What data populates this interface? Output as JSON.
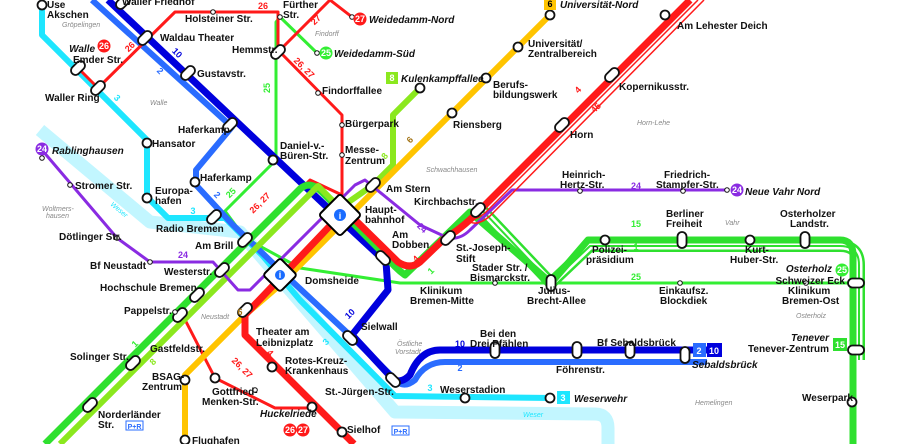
{
  "colors": {
    "line1": "#2fe02f",
    "line8": "#8be81e",
    "line25": "#33ee33",
    "line15": "#2fe02f",
    "line4": "#ff1a1a",
    "line26_27": "#ff1a1a",
    "line6": "#ffc400",
    "line2": "#2a6cff",
    "line10": "#0000dd",
    "line3": "#1ee6ff",
    "line24": "#8a2be2",
    "weser": "#c2f6ff"
  },
  "districts": [
    "Gröpelingen",
    "Findorff",
    "Walle",
    "Woltmers-",
    "hausen",
    "Schwachhausen",
    "Horn-Lehe",
    "Vahr",
    "Neustadt",
    "Östliche",
    "Vorstadt",
    "Osterholz",
    "Hemelingen",
    "Weser",
    "Weser"
  ],
  "stations": {
    "use": "Use",
    "akschen": "Akschen",
    "waller_friedhof": "Waller Friedhof",
    "holsteiner": "Holsteiner Str.",
    "further1": "Fürther",
    "further2": "Str.",
    "emder": "Emder Str.",
    "waldau": "Waldau Theater",
    "hemmstr": "Hemmstr.",
    "gustavstr": "Gustavstr.",
    "findorffallee": "Findorffallee",
    "waller_ring": "Waller Ring",
    "buergerpark": "Bürgerpark",
    "haferkamp1": "Haferkamp",
    "hansator": "Hansator",
    "daniel1": "Daniel-v.-",
    "daniel2": "Büren-Str.",
    "messe1": "Messe-",
    "messe2": "Zentrum",
    "haferkamp2": "Haferkamp",
    "stromer": "Stromer Str.",
    "europa1": "Europa-",
    "europa2": "hafen",
    "am_stern": "Am Stern",
    "hbf1": "Haupt-",
    "hbf2": "bahnhof",
    "kirchbach": "Kirchbachstr.",
    "radio_bremen": "Radio Bremen",
    "dobben1": "Am",
    "dobben2": "Dobben",
    "joseph1": "St.-Joseph-",
    "joseph2": "Stift",
    "doetlinger": "Dötlinger Str.",
    "am_brill": "Am Brill",
    "bf_neustadt": "Bf Neustadt",
    "westerstr": "Westerstr.",
    "domsheide": "Domsheide",
    "hochschule": "Hochschule Bremen",
    "stader1": "Stader Str. /",
    "stader2": "Bismarckstr.",
    "kbm1": "Klinikum",
    "kbm2": "Bremen-Mitte",
    "julius1": "Julius-",
    "julius2": "Brecht-Allee",
    "einkauf1": "Einkaufsz.",
    "einkauf2": "Blockdiek",
    "kbo1": "Klinikum",
    "kbo2": "Bremen-Ost",
    "pappelstr": "Pappelstr.",
    "theater1": "Theater am",
    "theater2": "Leibnizplatz",
    "sielwall": "Sielwall",
    "bei1": "Bei den",
    "bei2": "Drei Pfählen",
    "bf_sebaldsbrueck": "Bf Sebaldsbrück",
    "foehrenstr": "Föhrenstr.",
    "solinger": "Solinger Str.",
    "gastfeld": "Gastfeldstr.",
    "rotes1": "Rotes-Kreuz-",
    "rotes2": "Krankenhaus",
    "bsag1": "BSAG-",
    "bsag2": "Zentrum",
    "juergen": "St.-Jürgen-Str.",
    "weserstadion": "Weserstadion",
    "gottfried1": "Gottfried-",
    "gottfried2": "Menken-Str.",
    "norder1": "Norderländer",
    "norder2": "Str.",
    "sielhof": "Sielhof",
    "flughafen": "Flughafen",
    "lehester": "Am Lehester Deich",
    "uni1": "Universität/",
    "uni2": "Zentralbereich",
    "berufs1": "Berufs-",
    "berufs2": "bildungswerk",
    "riensberg": "Riensberg",
    "kopernikus": "Kopernikusstr.",
    "horn": "Horn",
    "heinrich1": "Heinrich-",
    "heinrich2": "Hertz-Str.",
    "friedrich1": "Friedrich-",
    "friedrich2": "Stampfer-Str.",
    "berliner1": "Berliner",
    "berliner2": "Freiheit",
    "osterholzer1": "Osterholzer",
    "osterholzer2": "Landstr.",
    "polizei1": "Polizei-",
    "polizei2": "präsidium",
    "kurt1": "Kurt-",
    "kurt2": "Huber-Str.",
    "schweizer": "Schweizer Eck",
    "tenever_zentrum": "Tenever-Zentrum",
    "weserpark": "Weserpark"
  },
  "termini": {
    "walle": {
      "name": "Walle",
      "line": "26"
    },
    "weidedamm_nord": {
      "name": "Weidedamm-Nord",
      "line": "27"
    },
    "weidedamm_sued": {
      "name": "Weidedamm-Süd",
      "line": "25"
    },
    "kulenkampffallee": {
      "name": "Kulenkampffallee",
      "line": "8"
    },
    "rablinghausen": {
      "name": "Rablinghausen",
      "line": "24"
    },
    "universitaet_nord": {
      "name": "Universität-Nord",
      "line": "6"
    },
    "neue_vahr_nord": {
      "name": "Neue Vahr Nord",
      "line": "24"
    },
    "osterholz": {
      "name": "Osterholz",
      "line": "25"
    },
    "tenever": {
      "name": "Tenever",
      "line": "15"
    },
    "sebaldsbrueck": {
      "name": "Sebaldsbrück",
      "lines": [
        "2",
        "10"
      ]
    },
    "weserwehr": {
      "name": "Weserwehr",
      "line": "3"
    },
    "huckelriede": {
      "name": "Huckelriede",
      "lines": [
        "26",
        "27"
      ]
    }
  },
  "park_and_ride": "P+R",
  "info_symbol": "i",
  "line_labels": [
    "26",
    "27",
    "26",
    "10",
    "2",
    "25",
    "26, 27",
    "3",
    "8",
    "6",
    "25",
    "26, 27",
    "3",
    "2",
    "24",
    "4",
    "45",
    "24",
    "15",
    "1",
    "25",
    "24",
    "1",
    "4",
    "10",
    "2",
    "3",
    "1",
    "8",
    "26, 27",
    "4",
    "6",
    "10",
    "2",
    "3"
  ]
}
